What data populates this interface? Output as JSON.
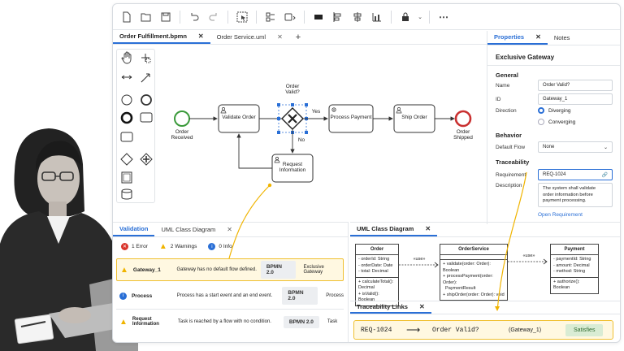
{
  "toolbar": {
    "icons": [
      "new-file-icon",
      "open-folder-icon",
      "save-icon",
      "undo-icon",
      "redo-icon",
      "select-tool-icon",
      "align-icon",
      "zoom-icon",
      "distribute-left-icon",
      "distribute-center-icon",
      "chart-icon",
      "lock-icon",
      "more-icon"
    ]
  },
  "editor_tabs": [
    {
      "label": "Order Fulfillment.bpmn"
    },
    {
      "label": "Order Service.uml"
    }
  ],
  "diagram": {
    "start_event": "Order\nReceived",
    "validate_task": "Validate Order",
    "gateway_label": "Order\nValid?",
    "yes_label": "Yes",
    "no_label": "No",
    "payment_task": "Process Payment",
    "ship_task": "Ship Order",
    "request_task": "Request\nInformation",
    "end_event": "Order\nShipped"
  },
  "properties": {
    "tabs": [
      "Properties",
      "Notes"
    ],
    "title": "Exclusive Gateway",
    "general": "General",
    "name_label": "Name",
    "name_value": "Order Valid?",
    "id_label": "ID",
    "id_value": "Gateway_1",
    "direction_label": "Direction",
    "diverging": "Diverging",
    "converging": "Converging",
    "behavior": "Behavior",
    "default_flow_label": "Default Flow",
    "default_flow_value": "None",
    "traceability": "Traceability",
    "requirement_label": "Requirement",
    "requirement_value": "REQ-1024",
    "description_label": "Description",
    "description_value": "The system shall validate order information before payment processing.",
    "open_requirement": "Open Requirement"
  },
  "validation": {
    "tabs": [
      "Validation",
      "UML Class Diagram"
    ],
    "errors": "1 Error",
    "warnings": "2 Warnings",
    "info": "0 Info",
    "rows": [
      {
        "name": "Gateway_1",
        "message": "Gateway has no default flow defined.",
        "standard": "BPMN 2.0",
        "type": "Exclusive Gateway",
        "level": "warning"
      },
      {
        "name": "Process",
        "message": "Process has a start event and an end event.",
        "standard": "BPMN 2.0",
        "type": "Process",
        "level": "info"
      },
      {
        "name": "Request Information",
        "message": "Task is reached by a flow with no condition.",
        "standard": "BPMN 2.0",
        "type": "Task",
        "level": "warning"
      }
    ]
  },
  "uml": {
    "tab": "UML Class Diagram",
    "use1": "«use»",
    "use2": "«use»",
    "order": {
      "name": "Order",
      "attrs": [
        "- orderId: String",
        "- orderDate: Date",
        "- total: Decimal"
      ],
      "ops": [
        "+ calculateTotal(): Decimal",
        "+ isValid(): Boolean"
      ]
    },
    "service": {
      "name": "OrderService",
      "ops": [
        "+ validate(order: Order): Boolean",
        "+ processPayment(order: Order):",
        "  PaymentResult",
        "+ shipOrder(order: Order): void"
      ]
    },
    "payment": {
      "name": "Payment",
      "attrs": [
        "- paymentId: String",
        "- amount: Decimal",
        "- method: String"
      ],
      "ops": [
        "+ authorize(): Boolean"
      ]
    }
  },
  "trace": {
    "tab": "Traceability Links",
    "req": "REQ-1024",
    "target": "Order Valid?",
    "gateway": "(Gateway_1)",
    "status": "Satisfies"
  },
  "colors": {
    "accent": "#2a6fd6",
    "warning": "#f0b400",
    "error": "#d9342b",
    "satisfies_bg": "#d9ecd4"
  }
}
